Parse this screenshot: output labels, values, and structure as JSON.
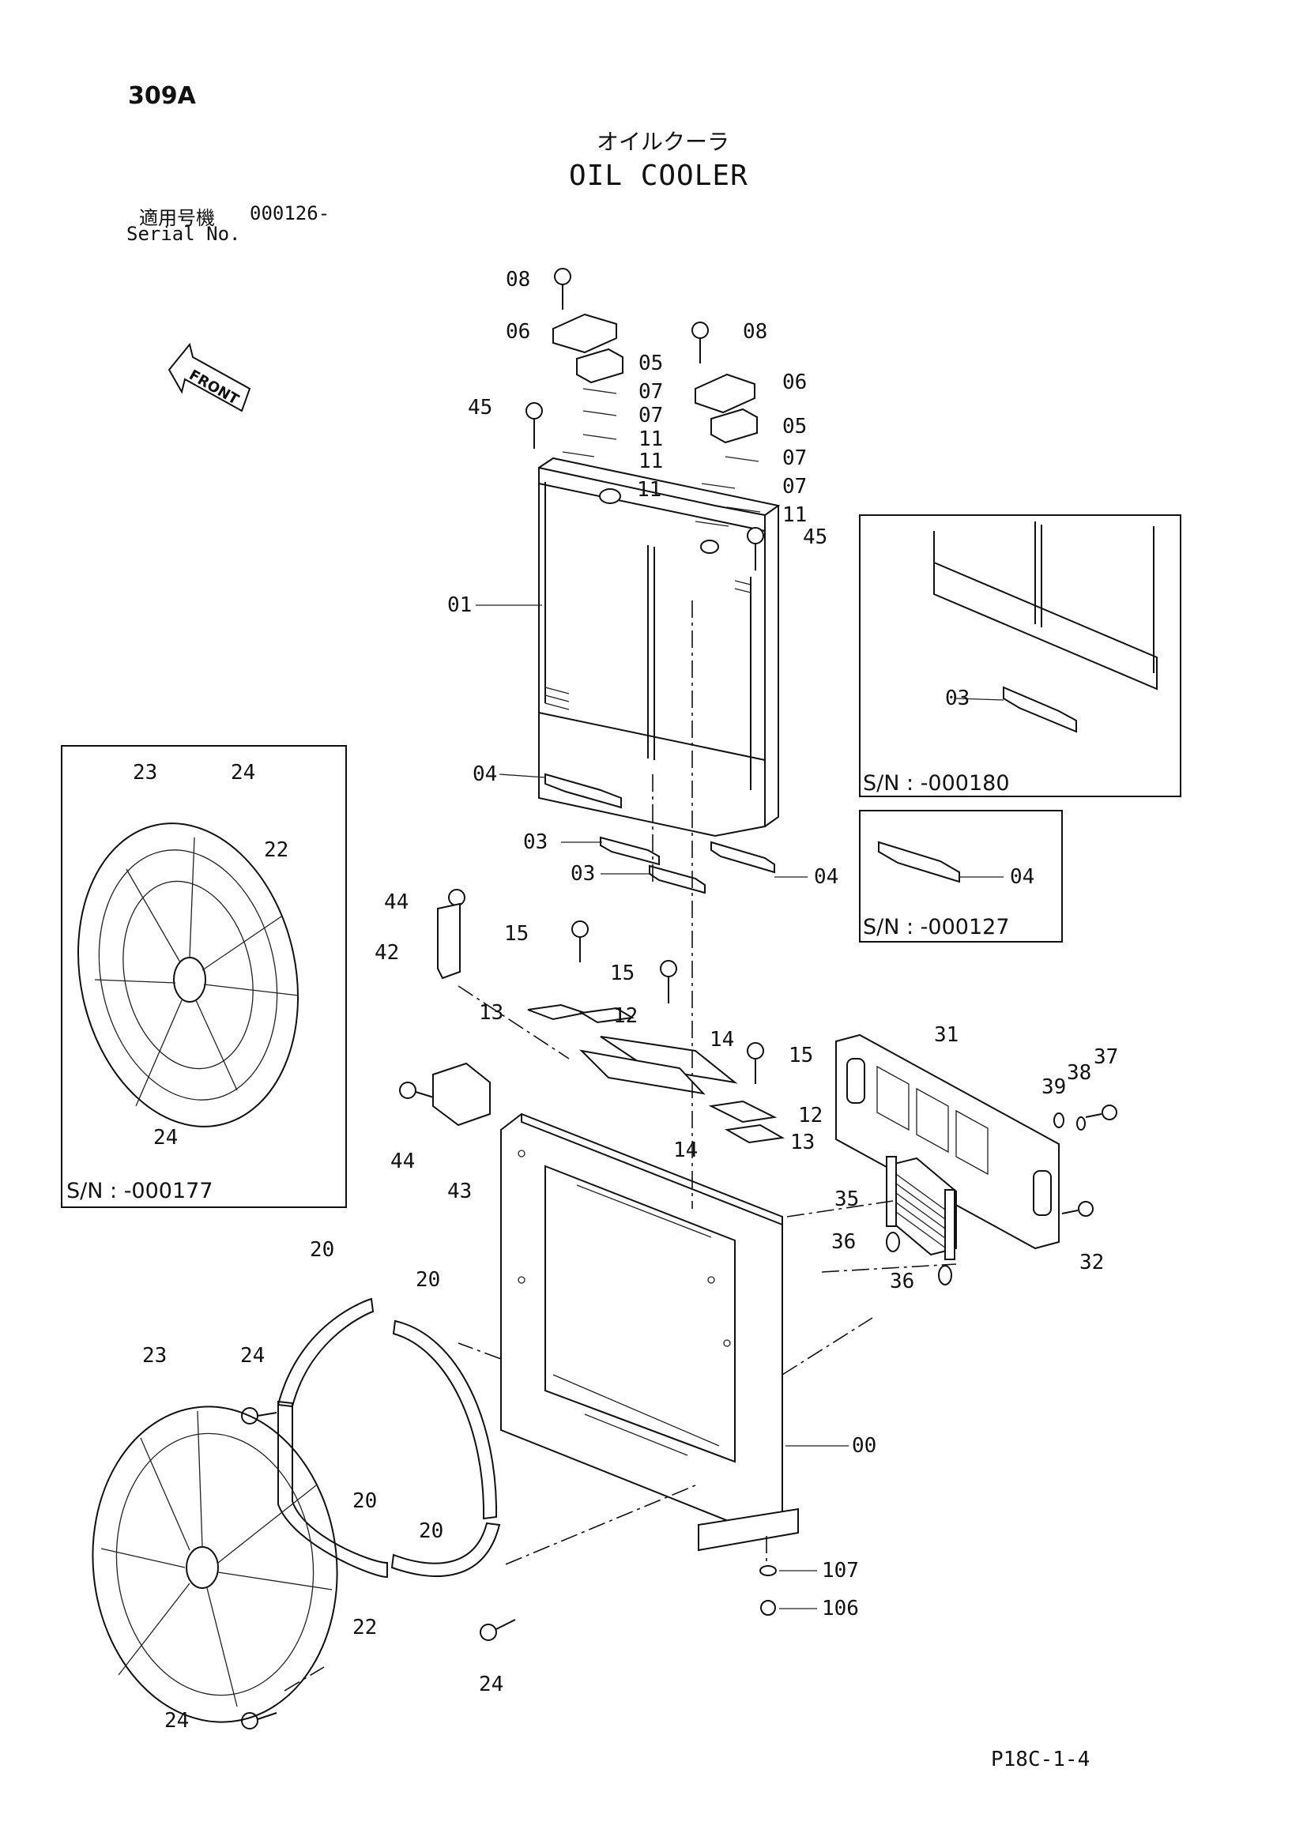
{
  "page_id": "309A",
  "title_jp": "オイルクーラ",
  "title_en": "OIL COOLER",
  "serial": {
    "label_jp": "適用号機",
    "label_en": "Serial No.",
    "value": "000126-"
  },
  "front_label": "FRONT",
  "page_ref": "P18C-1-4",
  "callouts": {
    "c00": "00",
    "c01": "01",
    "c03a": "03",
    "c03b": "03",
    "c03c": "03",
    "c04a": "04",
    "c04b": "04",
    "c04c": "04",
    "c05a": "05",
    "c05b": "05",
    "c06a": "06",
    "c06b": "06",
    "c07a": "07",
    "c07b": "07",
    "c07c": "07",
    "c07d": "07",
    "c08a": "08",
    "c08b": "08",
    "c11a": "11",
    "c11b": "11",
    "c11c": "11",
    "c11d": "11",
    "c12a": "12",
    "c12b": "12",
    "c13a": "13",
    "c13b": "13",
    "c14a": "14",
    "c14b": "14",
    "c15a": "15",
    "c15b": "15",
    "c15c": "15",
    "c20a": "20",
    "c20b": "20",
    "c20c": "20",
    "c20d": "20",
    "c22a": "22",
    "c22b": "22",
    "c23a": "23",
    "c23b": "23",
    "c24a": "24",
    "c24b": "24",
    "c24c": "24",
    "c24d": "24",
    "c24e": "24",
    "c31": "31",
    "c32": "32",
    "c35": "35",
    "c36a": "36",
    "c36b": "36",
    "c37": "37",
    "c38": "38",
    "c39": "39",
    "c42": "42",
    "c43": "43",
    "c44a": "44",
    "c44b": "44",
    "c45a": "45",
    "c45b": "45",
    "c106": "106",
    "c107": "107"
  },
  "insets": [
    {
      "id": "inset-sn-000180",
      "sn": "S/N : -000180",
      "part": "03"
    },
    {
      "id": "inset-sn-000127",
      "sn": "S/N : -000127",
      "part": "04"
    },
    {
      "id": "inset-sn-000177",
      "sn": "S/N : -000177",
      "parts": [
        "22",
        "23",
        "24",
        "24"
      ]
    }
  ]
}
